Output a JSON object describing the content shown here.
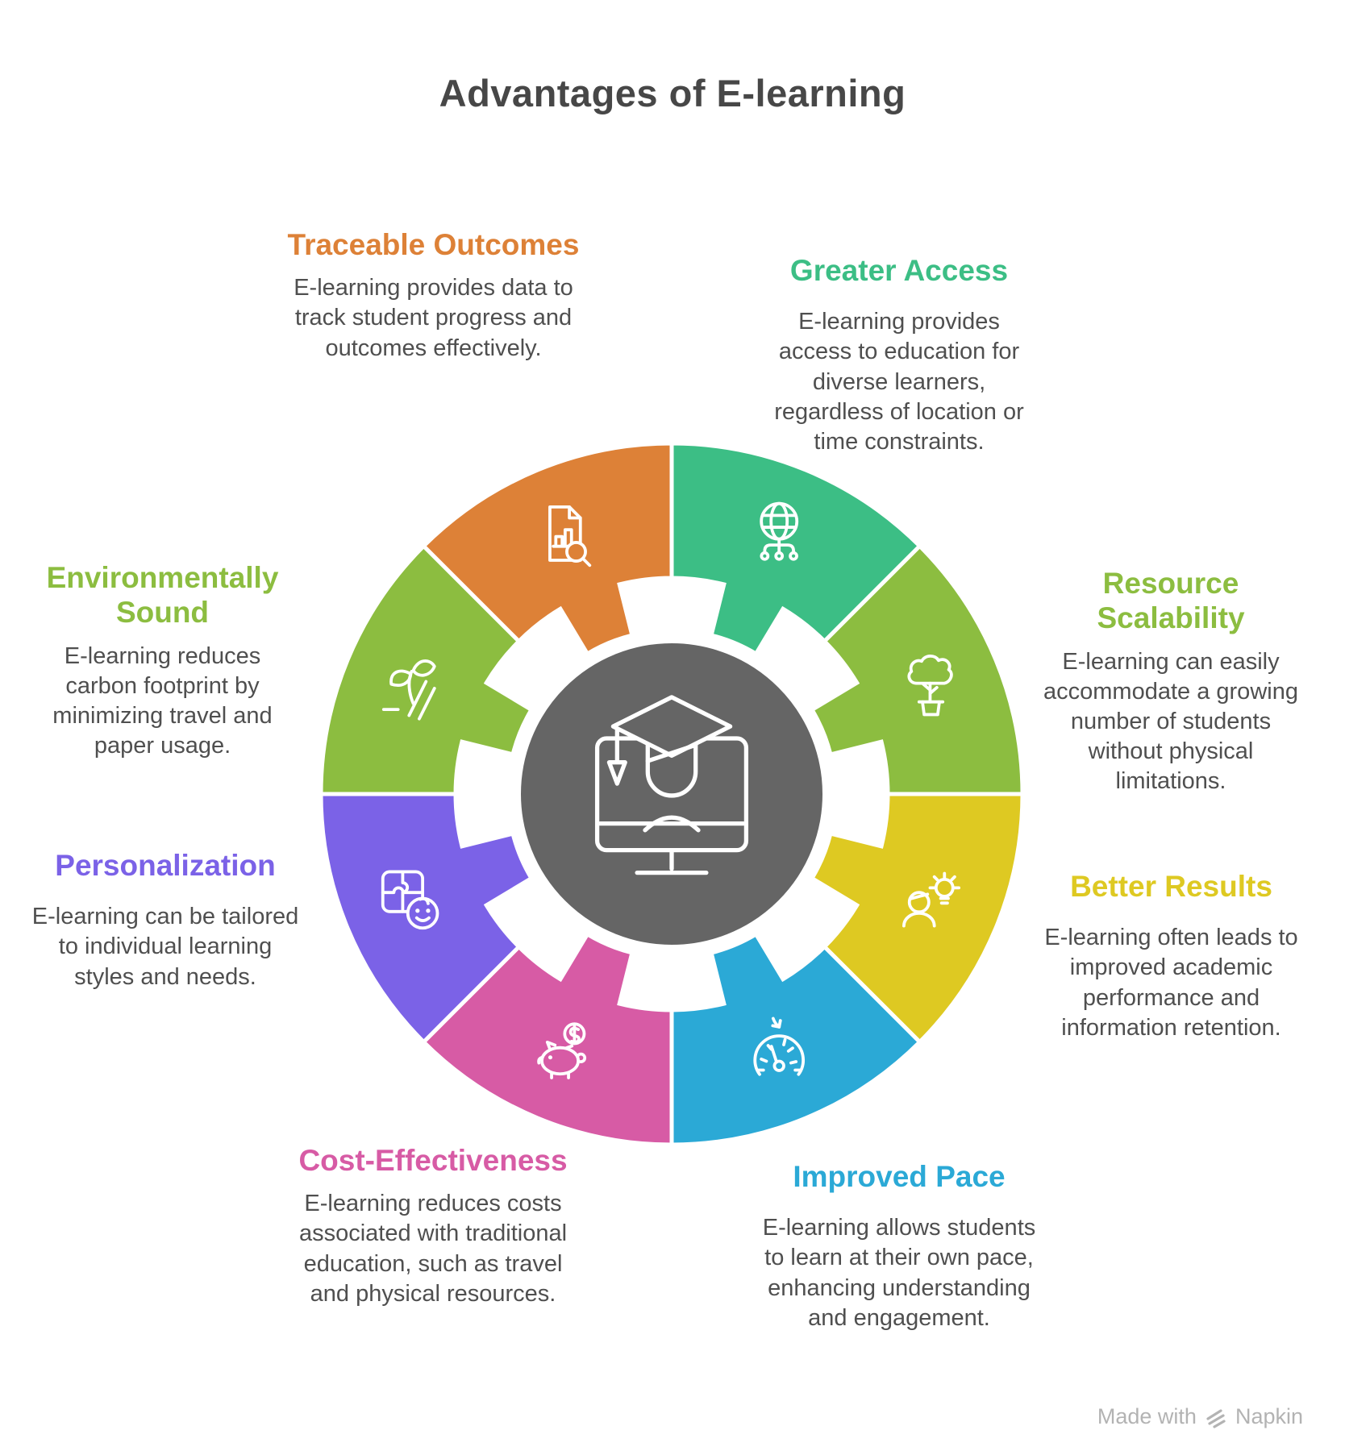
{
  "title": "Advantages of E-learning",
  "center": {
    "icon": "monitor-graduate-icon",
    "bg_color": "#656565"
  },
  "watermark": {
    "prefix": "Made with",
    "brand": "Napkin"
  },
  "sections": [
    {
      "id": "greater-access",
      "title": "Greater Access",
      "accent": "#3CBE85",
      "body": "E-learning provides access to education for diverse learners, regardless of location or time constraints.",
      "icon": "globe-network-icon"
    },
    {
      "id": "resource-scalability",
      "title": "Resource Scalability",
      "accent": "#8CBD40",
      "body": "E-learning can easily accommodate a growing number of students without physical limitations.",
      "icon": "potted-tree-icon"
    },
    {
      "id": "better-results",
      "title": "Better Results",
      "accent": "#DEC922",
      "body": "E-learning often leads to improved academic performance and information retention.",
      "icon": "person-lightbulb-icon"
    },
    {
      "id": "improved-pace",
      "title": "Improved Pace",
      "accent": "#2BA9D6",
      "body": "E-learning allows students to learn at their own pace, enhancing understanding and engagement.",
      "icon": "speedometer-icon"
    },
    {
      "id": "cost-effectiveness",
      "title": "Cost-Effectiveness",
      "accent": "#D75BA5",
      "body": "E-learning reduces costs associated with traditional education, such as travel and physical resources.",
      "icon": "piggy-bank-icon"
    },
    {
      "id": "personalization",
      "title": "Personalization",
      "accent": "#7B62E7",
      "body": "E-learning can be tailored to individual learning styles and needs.",
      "icon": "puzzle-smiley-icon"
    },
    {
      "id": "environmentally-sound",
      "title": "Environmentally Sound",
      "accent": "#8CBD40",
      "body": "E-learning reduces carbon footprint by minimizing travel and paper usage.",
      "icon": "sprout-icon"
    },
    {
      "id": "traceable-outcomes",
      "title": "Traceable Outcomes",
      "accent": "#DD8137",
      "body": "E-learning provides data to track student progress and outcomes effectively.",
      "icon": "doc-chart-magnifier-icon"
    }
  ]
}
